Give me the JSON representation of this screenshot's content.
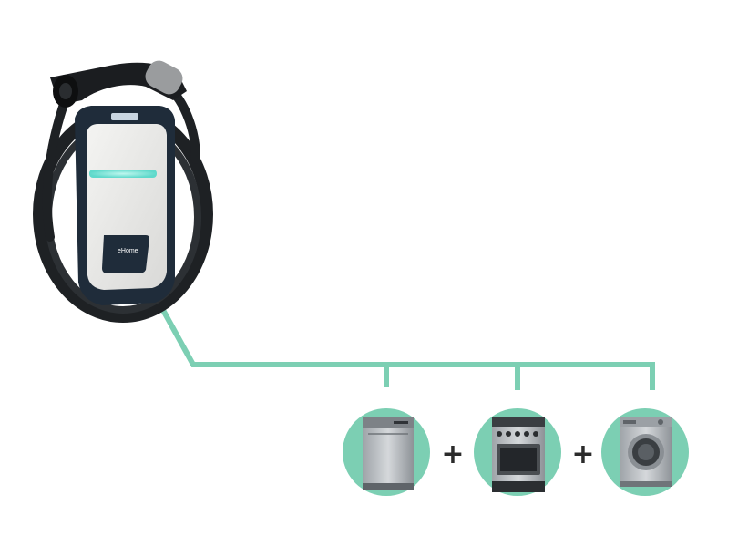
{
  "charger": {
    "brand_label": "eHome",
    "logo_text": "",
    "led_color": "#6fe3d6"
  },
  "connector_line": {
    "color": "#7ccfb3"
  },
  "appliances": [
    {
      "name": "dishwasher",
      "icon": "dishwasher-icon"
    },
    {
      "name": "oven",
      "icon": "oven-icon"
    },
    {
      "name": "washing-machine",
      "icon": "washing-machine-icon"
    }
  ],
  "operators": [
    "+",
    "+"
  ],
  "colors": {
    "circle": "#7ccfb3",
    "appliance": "#b8bcc0",
    "plus": "#2b2b2b"
  }
}
